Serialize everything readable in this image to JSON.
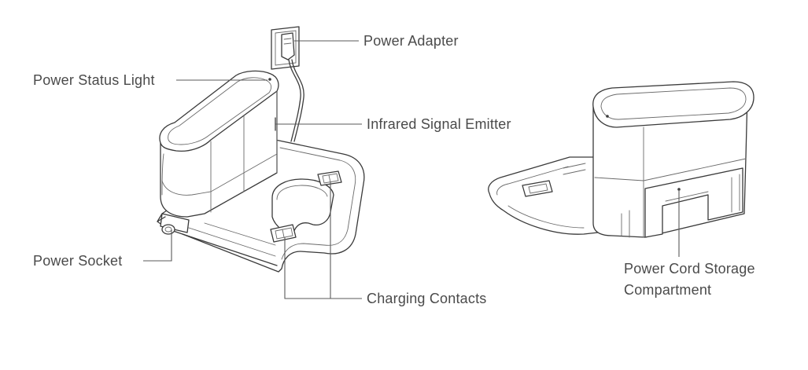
{
  "labels": {
    "power_adapter": "Power Adapter",
    "power_status_light": "Power Status Light",
    "infrared_signal_emitter": "Infrared Signal Emitter",
    "power_socket": "Power Socket",
    "charging_contacts": "Charging Contacts",
    "power_cord_storage_line1": "Power Cord Storage",
    "power_cord_storage_line2": "Compartment"
  }
}
